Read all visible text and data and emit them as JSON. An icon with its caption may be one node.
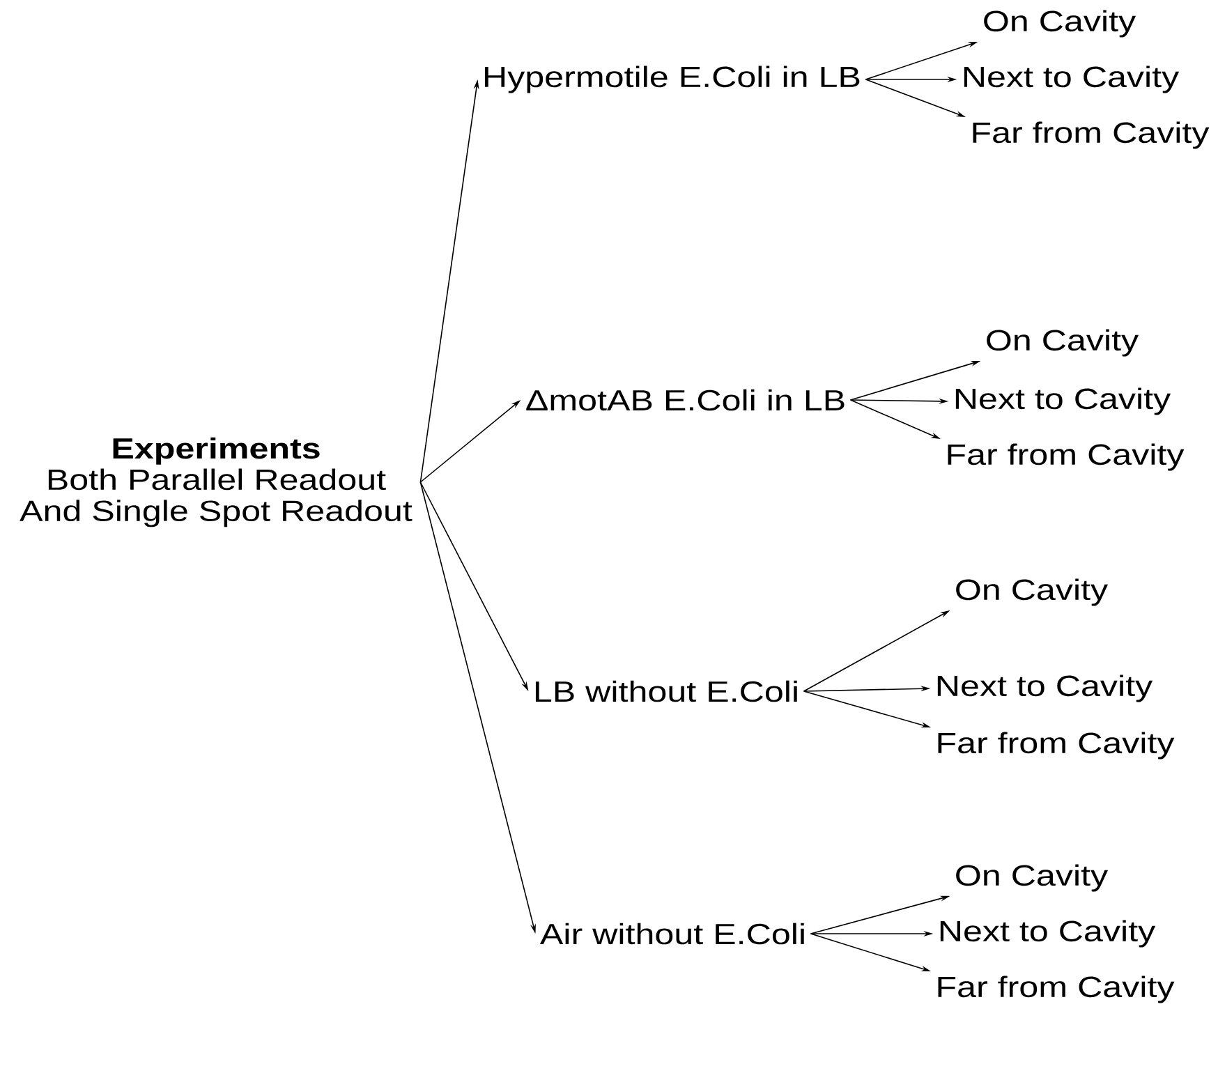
{
  "diagram": {
    "nodes": [
      {
        "text": [
          "Experiments",
          "Both Parallel Readout And Single Spot Readout"
        ]
      },
      {
        "text": [
          "Hypermotile E.Coli in LB"
        ]
      },
      {
        "text": [
          "On Cavity"
        ]
      },
      {
        "text": [
          "Next to Cavity"
        ]
      },
      {
        "text": [
          "Far from Cavity"
        ]
      },
      {
        "text": [
          "ΔmotAB E.Coli in LB"
        ]
      },
      {
        "text": [
          "On Cavity"
        ]
      },
      {
        "text": [
          "Next to Cavity"
        ]
      },
      {
        "text": [
          "Far from Cavity"
        ]
      },
      {
        "text": [
          "LB without E.Coli"
        ]
      },
      {
        "text": [
          "On Cavity"
        ]
      },
      {
        "text": [
          "Next to Cavity"
        ]
      },
      {
        "text": [
          "Far from Cavity"
        ]
      },
      {
        "text": [
          "Air without E.Coli"
        ]
      },
      {
        "text": [
          "On Cavity"
        ]
      },
      {
        "text": [
          "Next to Cavity"
        ]
      },
      {
        "text": [
          "Far from Cavity"
        ]
      }
    ],
    "edges": [
      {
        "from": 0,
        "to": 1,
        "arrow": "to"
      },
      {
        "from": 0,
        "to": 5,
        "arrow": "to"
      },
      {
        "from": 0,
        "to": 9,
        "arrow": "to"
      },
      {
        "from": 0,
        "to": 13,
        "arrow": "to"
      },
      {
        "from": 1,
        "to": 2,
        "arrow": "to"
      },
      {
        "from": 1,
        "to": 3,
        "arrow": "to"
      },
      {
        "from": 1,
        "to": 4,
        "arrow": "to"
      },
      {
        "from": 5,
        "to": 6,
        "arrow": "to"
      },
      {
        "from": 5,
        "to": 7,
        "arrow": "to"
      },
      {
        "from": 5,
        "to": 8,
        "arrow": "to"
      },
      {
        "from": 9,
        "to": 10,
        "arrow": "to"
      },
      {
        "from": 9,
        "to": 11,
        "arrow": "to"
      },
      {
        "from": 9,
        "to": 12,
        "arrow": "to"
      },
      {
        "from": 13,
        "to": 14,
        "arrow": "to"
      },
      {
        "from": 13,
        "to": 15,
        "arrow": "to"
      },
      {
        "from": 13,
        "to": 16,
        "arrow": "to"
      }
    ]
  }
}
